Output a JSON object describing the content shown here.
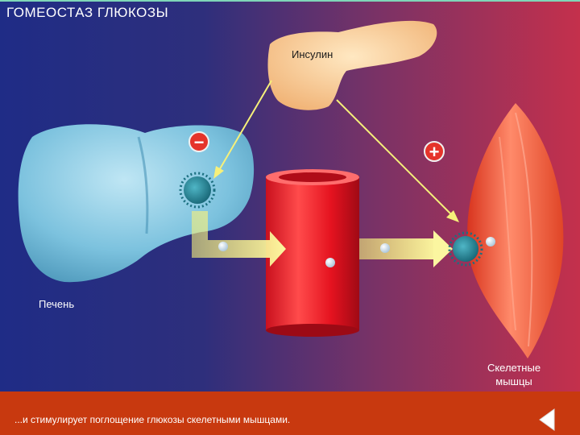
{
  "header": {
    "title": "ГОМЕОСТАЗ ГЛЮКОЗЫ"
  },
  "labels": {
    "insulin": "Инсулин",
    "liver": "Печень",
    "muscle_line1": "Скелетные",
    "muscle_line2": "мышцы"
  },
  "signs": {
    "inhibit": "−",
    "stimulate": "+"
  },
  "footer": {
    "caption": "...и стимулирует поглощение глюкозы скелетными мышцами."
  },
  "colors": {
    "bg_left": "#1b2a78",
    "bg_right": "#c0304f",
    "caption_bar": "#c8390f",
    "arrow": "#f6f07a",
    "sign": "#e5332a"
  },
  "icons": {
    "back": "triangle-left-icon"
  }
}
